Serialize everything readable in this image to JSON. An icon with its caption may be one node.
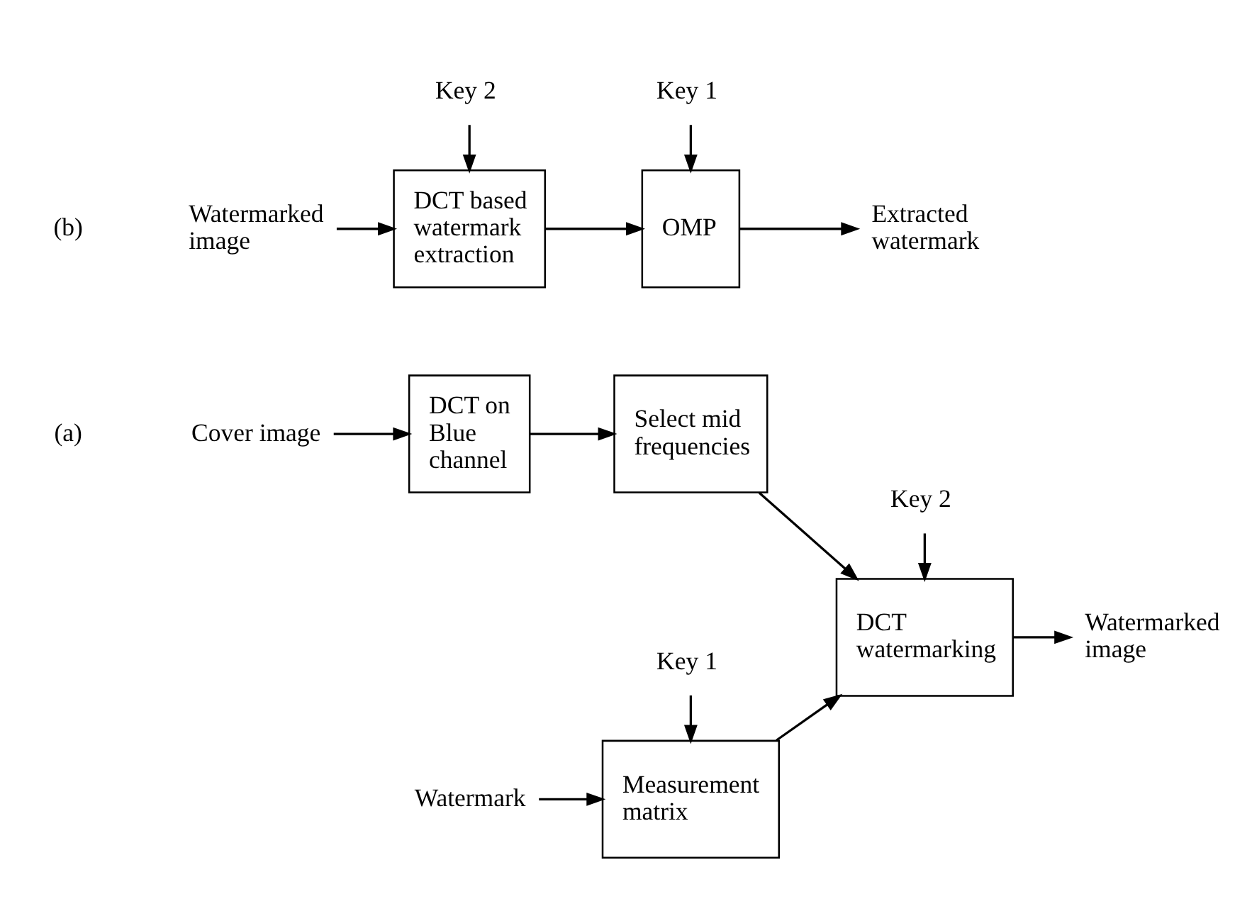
{
  "diagram": {
    "nodes": [
      {
        "text": [
          "Cover image"
        ]
      },
      {
        "text": [
          "DCT on Blue channel"
        ]
      },
      {
        "text": [
          "Select mid frequencies"
        ]
      },
      {
        "text": [
          "Watermark"
        ]
      },
      {
        "text": [
          "Measurement matrix"
        ]
      },
      {
        "text": [
          "DCT watermarking"
        ]
      },
      {
        "text": [
          "Watermarked image"
        ]
      },
      {
        "text": [
          "Key 1"
        ]
      },
      {
        "text": [
          "Key 2"
        ]
      },
      {
        "text": [
          "Watermarked image"
        ]
      },
      {
        "text": [
          "DCT based watermark extraction"
        ]
      },
      {
        "text": [
          "OMP"
        ]
      },
      {
        "text": [
          "Extracted watermark"
        ]
      },
      {
        "text": [
          "Key 2"
        ]
      },
      {
        "text": [
          "Key 1"
        ]
      }
    ],
    "edges": [
      {
        "from": 0,
        "to": 1,
        "arrow": "to"
      },
      {
        "from": 1,
        "to": 2,
        "arrow": "to"
      },
      {
        "from": 2,
        "to": 5,
        "arrow": "to"
      },
      {
        "from": 3,
        "to": 4,
        "arrow": "to"
      },
      {
        "from": 4,
        "to": 5,
        "arrow": "to"
      },
      {
        "from": 5,
        "to": 6,
        "arrow": "to"
      },
      {
        "from": 7,
        "to": 4,
        "arrow": "to"
      },
      {
        "from": 8,
        "to": 5,
        "arrow": "to"
      },
      {
        "from": 9,
        "to": 10,
        "arrow": "to"
      },
      {
        "from": 10,
        "to": 11,
        "arrow": "to"
      },
      {
        "from": 11,
        "to": 12,
        "arrow": "to"
      },
      {
        "from": 13,
        "to": 10,
        "arrow": "to"
      },
      {
        "from": 14,
        "to": 11,
        "arrow": "to"
      }
    ],
    "labels": [
      "(a)",
      "(b)"
    ]
  }
}
